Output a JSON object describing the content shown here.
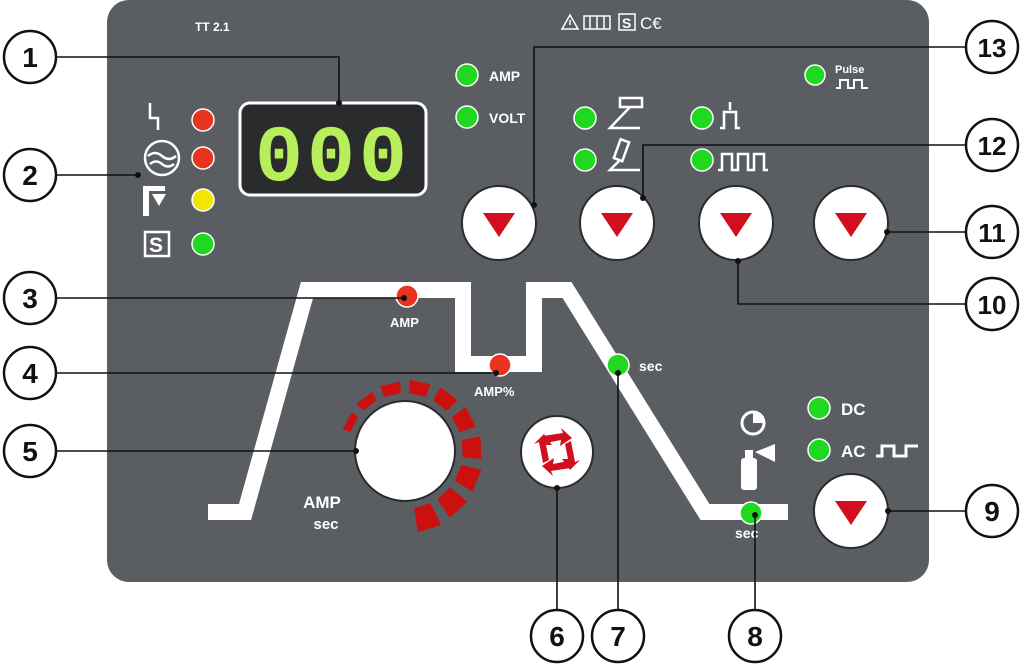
{
  "panel": {
    "model": "TT 2.1",
    "display_value": "000"
  },
  "leds": {
    "amp": "AMP",
    "volt": "VOLT",
    "pulse": "Pulse",
    "dc": "DC",
    "ac": "AC"
  },
  "curve_labels": {
    "main_amp": "AMP",
    "secondary_amp": "AMP%",
    "downslope": "sec",
    "gas_post": "sec",
    "knob_top": "AMP",
    "knob_bottom": "sec"
  },
  "callouts": [
    "1",
    "2",
    "3",
    "4",
    "5",
    "6",
    "7",
    "8",
    "9",
    "10",
    "11",
    "12",
    "13"
  ],
  "colors": {
    "panel": "#5a5e62",
    "led_green": "#1fd81f",
    "led_red": "#e8341f",
    "led_yellow": "#f2e600",
    "digit_green": "#b6ef5a",
    "arrow_red": "#d10f1f",
    "knob_ring_red": "#cc1010"
  }
}
